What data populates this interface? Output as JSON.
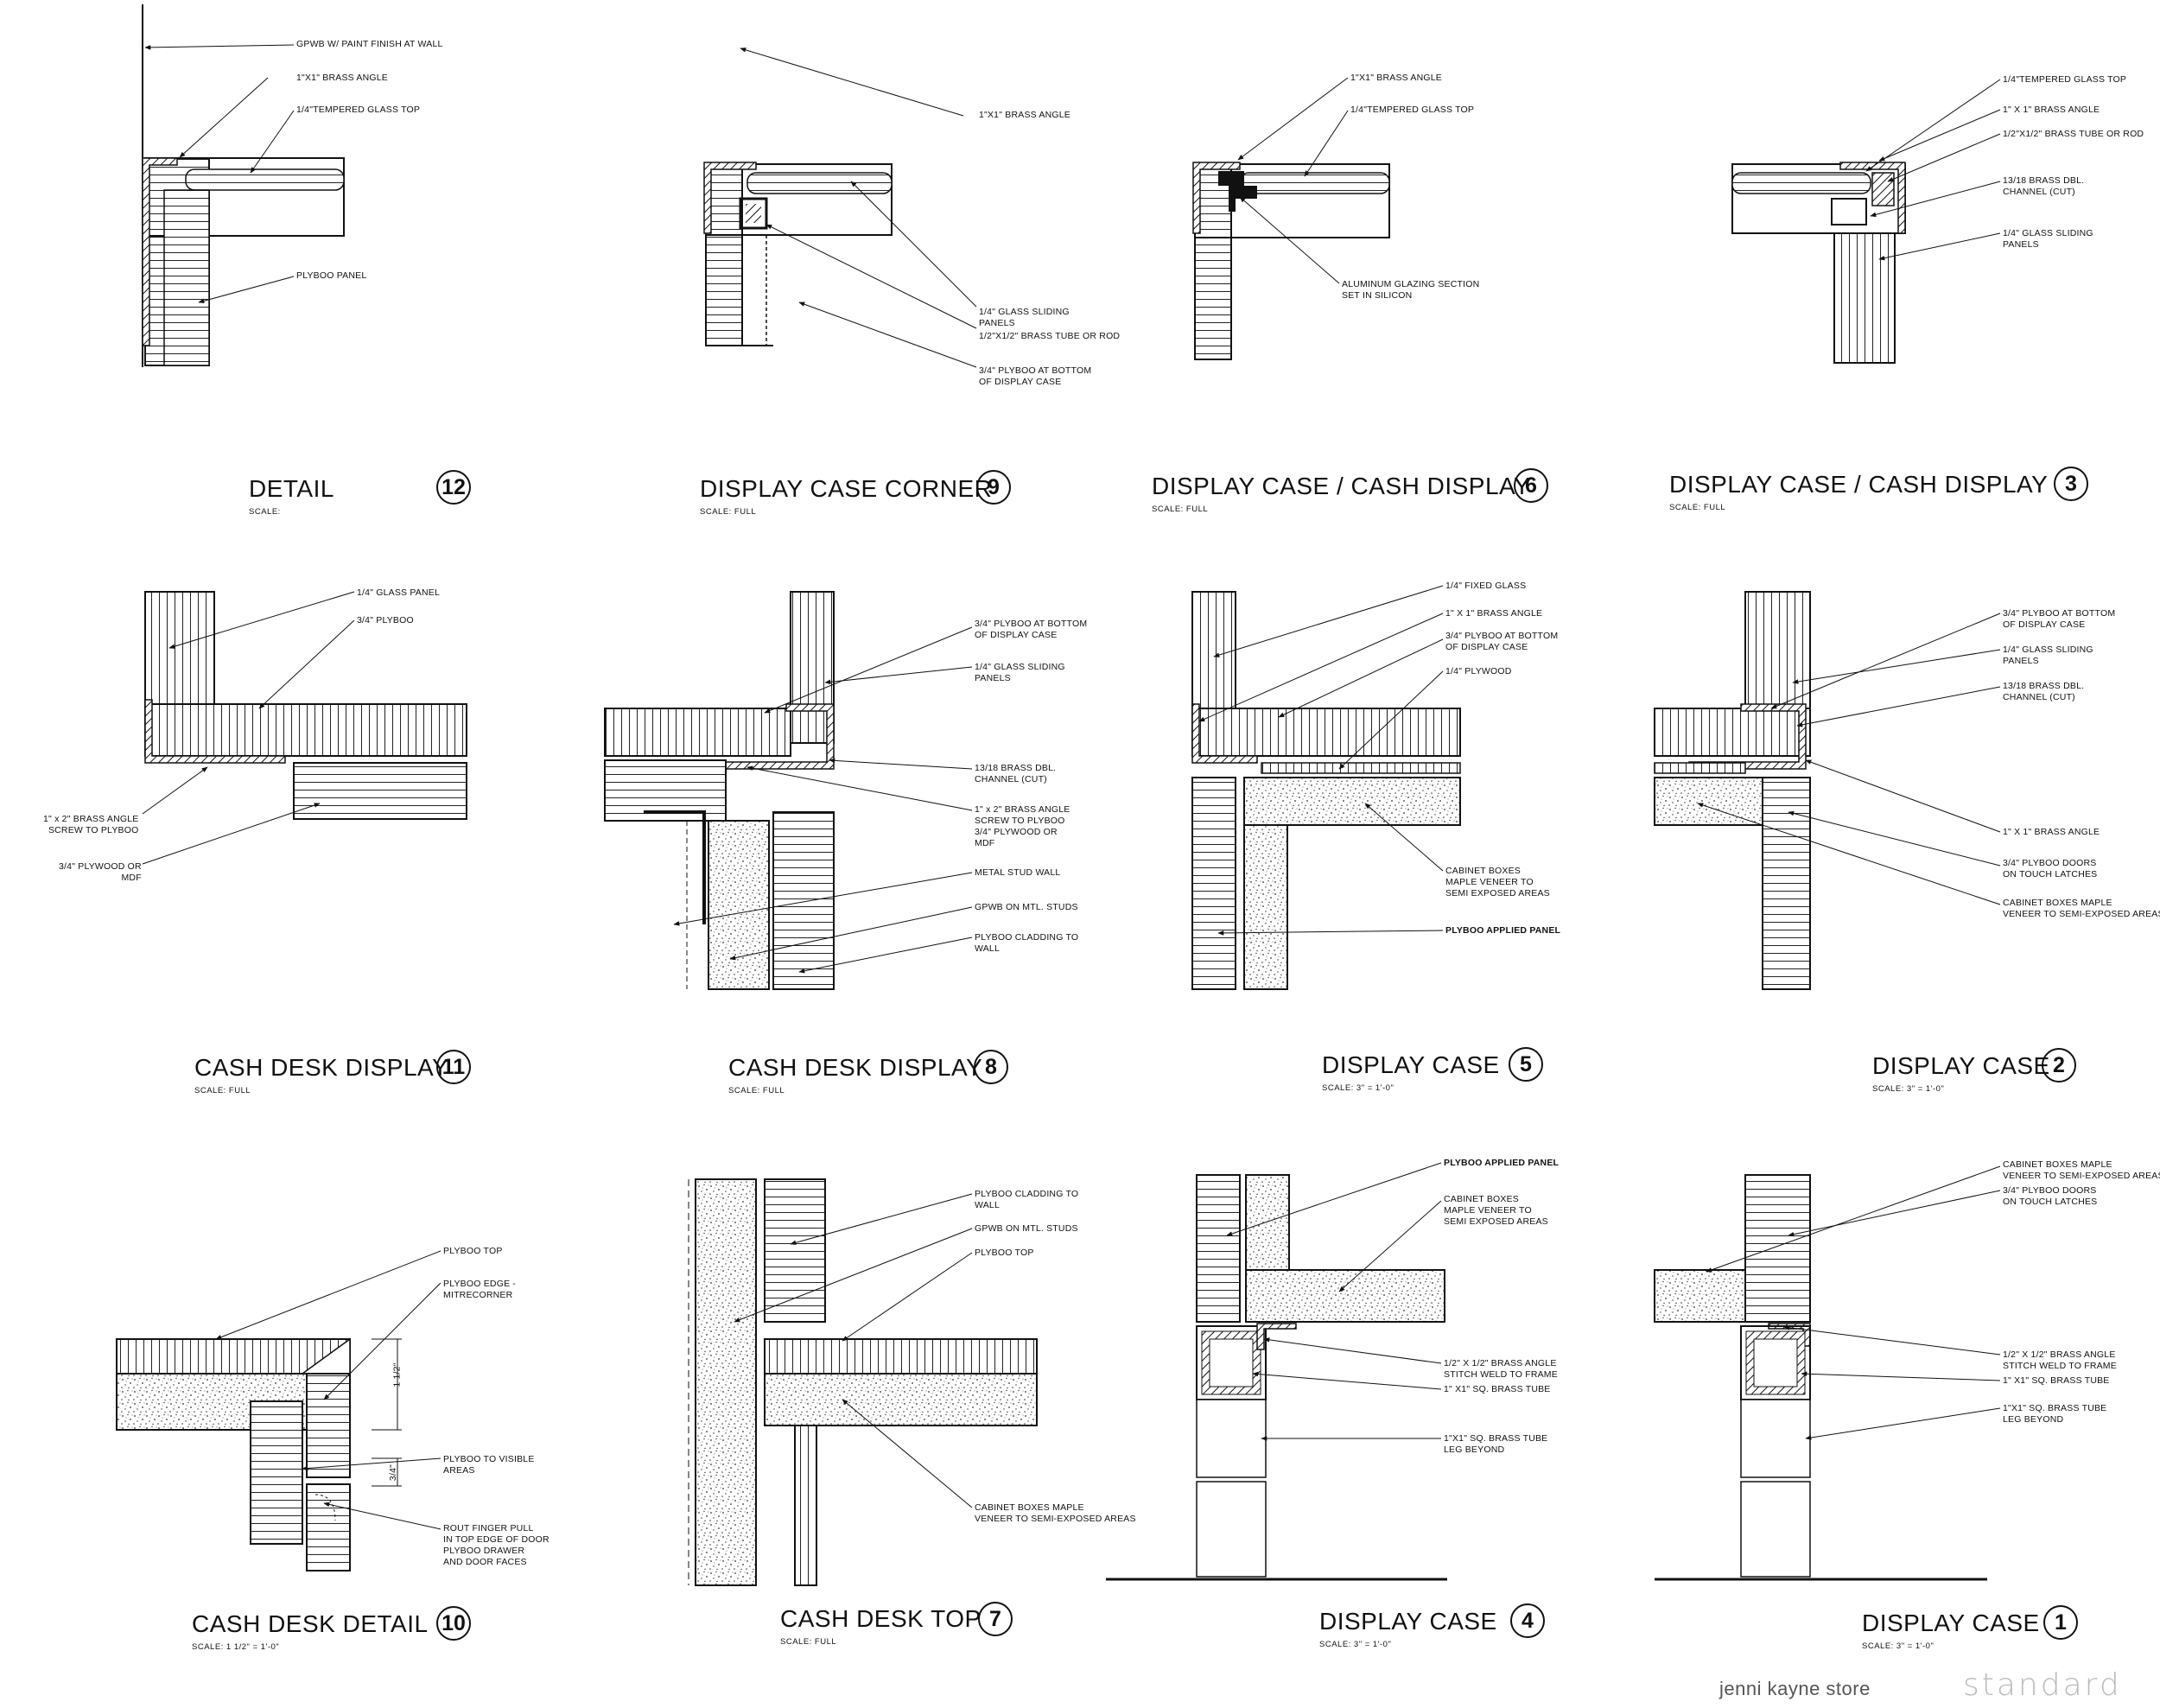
{
  "details": [
    {
      "id": "d12",
      "number": "12",
      "title": "DETAIL",
      "scale": "SCALE:",
      "notes": [
        "GPWB W/ PAINT FINISH AT WALL",
        "1\"X1\" BRASS ANGLE",
        "1/4\"TEMPERED GLASS TOP",
        "PLYBOO PANEL"
      ]
    },
    {
      "id": "d9",
      "number": "9",
      "title": "DISPLAY CASE CORNER",
      "scale": "SCALE:  FULL",
      "notes": [
        "1\"X1\" BRASS ANGLE",
        "1/4\" GLASS SLIDING\nPANELS",
        "1/2\"X1/2\" BRASS TUBE OR ROD",
        "3/4\" PLYBOO AT BOTTOM\nOF DISPLAY CASE"
      ]
    },
    {
      "id": "d6",
      "number": "6",
      "title": "DISPLAY CASE / CASH DISPLAY",
      "scale": "SCALE:  FULL",
      "notes": [
        "1\"X1\" BRASS ANGLE",
        "1/4\"TEMPERED GLASS TOP",
        "ALUMINUM GLAZING SECTION\nSET IN SILICON"
      ]
    },
    {
      "id": "d3",
      "number": "3",
      "title": "DISPLAY CASE / CASH DISPLAY",
      "scale": "SCALE:  FULL",
      "notes": [
        "1/4\"TEMPERED GLASS TOP",
        "1\" X 1\" BRASS ANGLE",
        "1/2\"X1/2\" BRASS TUBE OR ROD",
        "13/18 BRASS DBL.\nCHANNEL (CUT)",
        "1/4\" GLASS SLIDING\nPANELS"
      ]
    },
    {
      "id": "d11",
      "number": "11",
      "title": "CASH DESK DISPLAY",
      "scale": "SCALE:  FULL",
      "notes": [
        "1/4\" GLASS PANEL",
        "3/4\" PLYBOO",
        "1\" x 2\" BRASS ANGLE\nSCREW TO PLYBOO",
        "3/4\" PLYWOOD OR\nMDF"
      ]
    },
    {
      "id": "d8",
      "number": "8",
      "title": "CASH DESK DISPLAY",
      "scale": "SCALE:  FULL",
      "notes": [
        "3/4\" PLYBOO AT BOTTOM\nOF DISPLAY CASE",
        "1/4\" GLASS SLIDING\nPANELS",
        "13/18 BRASS DBL.\nCHANNEL (CUT)",
        "1\" x 2\" BRASS ANGLE\nSCREW TO PLYBOO\n3/4\" PLYWOOD OR\nMDF",
        "METAL STUD WALL",
        "GPWB ON MTL. STUDS",
        "PLYBOO CLADDING TO\nWALL"
      ]
    },
    {
      "id": "d5",
      "number": "5",
      "title": "DISPLAY CASE",
      "scale": "SCALE:  3\" = 1'-0\"",
      "notes": [
        "1/4\" FIXED GLASS",
        "1\" X 1\" BRASS ANGLE",
        "3/4\" PLYBOO AT BOTTOM\nOF DISPLAY CASE",
        "1/4\" PLYWOOD",
        "CABINET BOXES\nMAPLE VENEER TO\nSEMI EXPOSED AREAS",
        "PLYBOO APPLIED PANEL"
      ]
    },
    {
      "id": "d2",
      "number": "2",
      "title": "DISPLAY CASE",
      "scale": "SCALE:  3\" = 1'-0\"",
      "notes": [
        "3/4\" PLYBOO AT BOTTOM\nOF DISPLAY CASE",
        "1/4\" GLASS SLIDING\nPANELS",
        "13/18 BRASS DBL.\nCHANNEL (CUT)",
        "1\" X 1\" BRASS ANGLE",
        "3/4\" PLYBOO DOORS\nON TOUCH LATCHES",
        "CABINET BOXES MAPLE\nVENEER TO SEMI-EXPOSED AREAS"
      ]
    },
    {
      "id": "d10",
      "number": "10",
      "title": "CASH DESK DETAIL",
      "scale": "SCALE:  1 1/2\" = 1'-0\"",
      "notes": [
        "PLYBOO TOP",
        "PLYBOO EDGE -\nMITRECORNER",
        "PLYBOO TO VISIBLE\nAREAS",
        "ROUT FINGER PULL\nIN TOP EDGE OF DOOR\nPLYBOO DRAWER\nAND DOOR FACES"
      ],
      "dims": [
        "1 1/2\"",
        "3/4\""
      ]
    },
    {
      "id": "d7",
      "number": "7",
      "title": "CASH DESK TOP",
      "scale": "SCALE:  FULL",
      "notes": [
        "PLYBOO CLADDING TO\nWALL",
        "GPWB ON MTL. STUDS",
        "PLYBOO TOP",
        "CABINET BOXES MAPLE\nVENEER TO SEMI-EXPOSED AREAS"
      ]
    },
    {
      "id": "d4",
      "number": "4",
      "title": "DISPLAY CASE",
      "scale": "SCALE:  3\" = 1'-0\"",
      "notes": [
        "PLYBOO APPLIED PANEL",
        "CABINET BOXES\nMAPLE VENEER TO\nSEMI EXPOSED AREAS",
        "1/2\" X 1/2\" BRASS ANGLE\nSTITCH WELD TO FRAME",
        "1\" X1\" SQ. BRASS TUBE",
        "1\"X1\" SQ. BRASS TUBE\nLEG BEYOND"
      ]
    },
    {
      "id": "d1",
      "number": "1",
      "title": "DISPLAY CASE",
      "scale": "SCALE:  3\" = 1'-0\"",
      "notes": [
        "CABINET BOXES MAPLE\nVENEER TO SEMI-EXPOSED AREAS",
        "3/4\" PLYBOO DOORS\nON TOUCH LATCHES",
        "1/2\" X 1/2\" BRASS ANGLE\nSTITCH WELD TO FRAME",
        "1\" X1\" SQ. BRASS TUBE",
        "1\"X1\" SQ. BRASS TUBE\nLEG BEYOND"
      ]
    }
  ],
  "footer": {
    "project": "jenni kayne store",
    "brand": "standard"
  }
}
